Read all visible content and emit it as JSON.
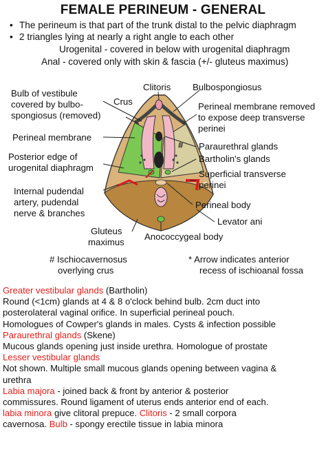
{
  "title": "FEMALE PERINEUM - GENERAL",
  "bullets": [
    "The perineum is that part of the trunk distal to the pelvic diaphragm",
    "2 triangles lying at nearly a right angle to each other"
  ],
  "sub_lines": [
    "Urogenital - covered in below with urogenital diaphragm",
    "Anal - covered only with skin & fascia (+/- gluteus maximus)"
  ],
  "labels": {
    "bulb_vestibule": [
      "Bulb of vestibule",
      "covered by bulbo-",
      "spongiosus (removed)"
    ],
    "clitoris": "Clitoris",
    "crus": "Crus",
    "bulbospongiosus": "Bulbospongiosus",
    "perineal_membrane_removed": [
      "Perineal membrane removed",
      "to expose deep transverse",
      "perinei"
    ],
    "hash_mark": "#",
    "perineal_membrane": "Perineal membrane",
    "posterior_edge": [
      "Posterior edge of",
      "urogenital diaphragm"
    ],
    "paraurethral": "Paraurethral glands",
    "bartholins": "Bartholin's glands",
    "superficial_transverse": [
      "Superficial transverse",
      "perinei"
    ],
    "internal_pudendal": [
      "Internal pudendal",
      "artery, pudendal",
      "nerve & branches"
    ],
    "perineal_body": "Perineal body",
    "levator_ani": "Levator ani",
    "gluteus_maximus": [
      "Gluteus",
      "maximus"
    ],
    "anococcygeal": "Anococcygeal body",
    "footnote_hash": [
      "# Ischiocavernosus",
      "overlying crus"
    ],
    "footnote_star": [
      "* Arrow indicates anterior",
      "recess of ischioanal fossa"
    ]
  },
  "notes": {
    "greater_title": "Greater vestibular glands",
    "greater_suffix": " (Bartholin)",
    "greater_lines": [
      "Round (<1cm) glands at 4 & 8 o'clock behind bulb. 2cm duct into",
      "posterolateral vaginal orifice. In superficial perineal pouch.",
      "Homologues of Cowper's glands in males. Cysts & infection possible"
    ],
    "paraurethral_title": "Paraurethral glands",
    "paraurethral_suffix": " (Skene)",
    "paraurethral_lines": [
      "Mucous glands opening just inside urethra. Homologue of prostate"
    ],
    "lesser_title": "Lesser vestibular glands",
    "lesser_lines": [
      "Not shown. Multiple small mucous glands opening between vagina &",
      "urethra"
    ],
    "majora_title": "Labia majora",
    "majora_lines": [
      " - joined back & front by anterior & posterior",
      "commissures. Round ligament of uterus ends anterior end of each."
    ],
    "minora_title": "labia minora",
    "minora_mid": " give clitoral prepuce. ",
    "clitoris_title": "Clitoris",
    "clitoris_suffix": " - 2 small corpora",
    "cavernosa_line": "cavernosa. ",
    "bulb_title": "Bulb",
    "bulb_suffix": " - spongy erectile tissue in labia minora"
  },
  "colors": {
    "accent_red": "#e0201b",
    "gland_green": "#6cc24a",
    "pink_tissue": "#f2b8c6",
    "muscle_tan": "#c99a50",
    "levator_brown": "#8a5a2b"
  }
}
